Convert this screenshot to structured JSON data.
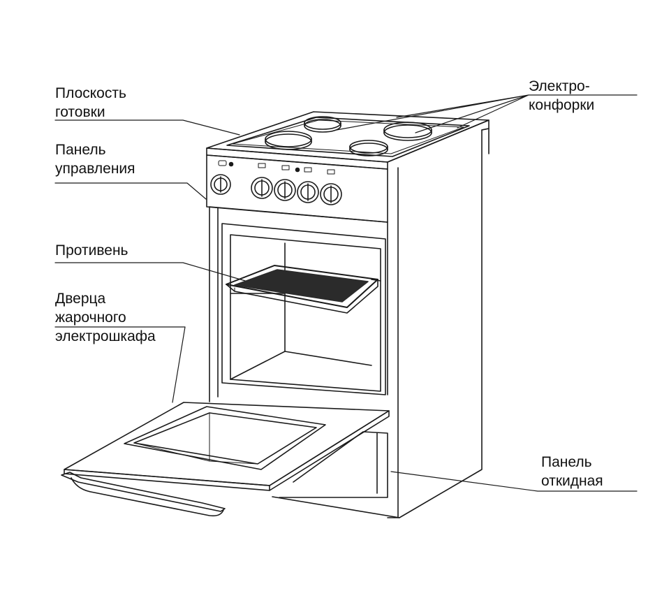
{
  "labels": {
    "cooktop": [
      "Плоскость",
      "готовки"
    ],
    "control_panel": [
      "Панель",
      "управления"
    ],
    "tray": [
      "Противень"
    ],
    "oven_door": [
      "Дверца",
      "жарочного",
      "электрошкафа"
    ],
    "burners": [
      "Электро-",
      "конфорки"
    ],
    "drop_panel": [
      "Панель",
      "откидная"
    ]
  },
  "colors": {
    "line": "#1a1a1a",
    "tray": "#2b2b2b",
    "background": "#ffffff"
  }
}
